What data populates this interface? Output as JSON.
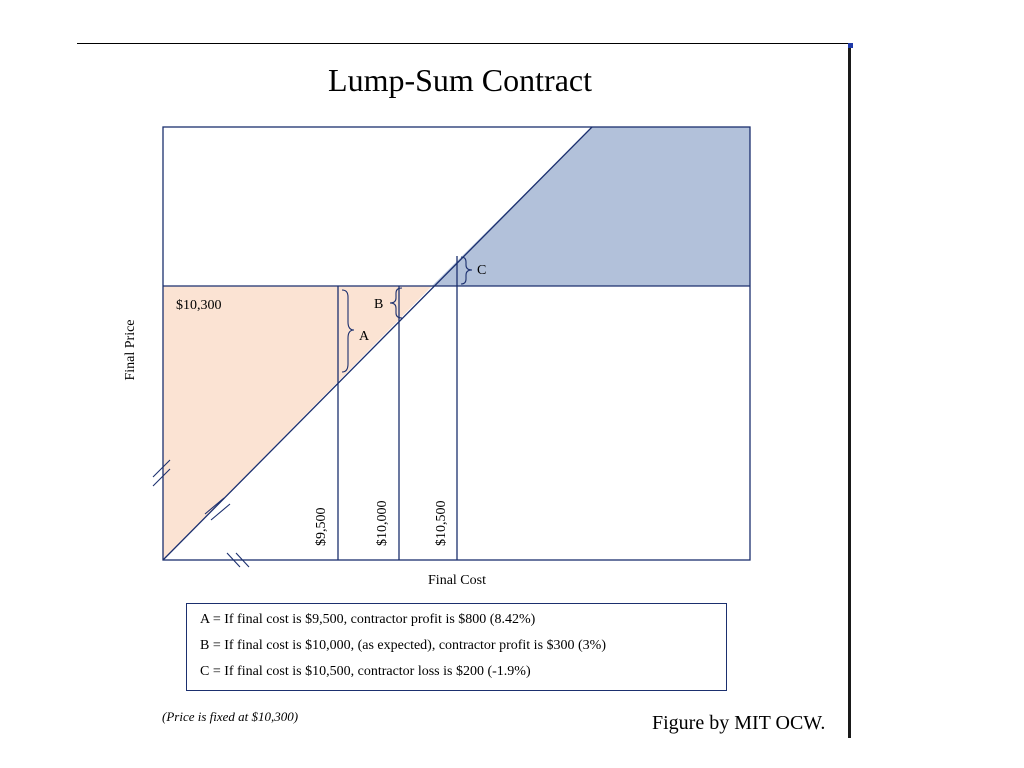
{
  "title": "Lump-Sum Contract",
  "axes": {
    "x_label": "Final Cost",
    "y_label": "Final Price"
  },
  "price_label": "$10,300",
  "cost_labels": [
    "$9,500",
    "$10,000",
    "$10,500"
  ],
  "markers": {
    "a": "A",
    "b": "B",
    "c": "C"
  },
  "legend": [
    "A = If final cost is $9,500, contractor profit is $800 (8.42%)",
    "B = If final cost is $10,000, (as expected), contractor profit is $300 (3%)",
    "C = If final cost is $10,500, contractor loss is $200 (-1.9%)"
  ],
  "footnote": "(Price is fixed at $10,300)",
  "credit": "Figure by MIT OCW.",
  "colors": {
    "profit_region": "#fbe3d3",
    "loss_region": "#b2c1da",
    "line": "#1b2f6e"
  }
}
